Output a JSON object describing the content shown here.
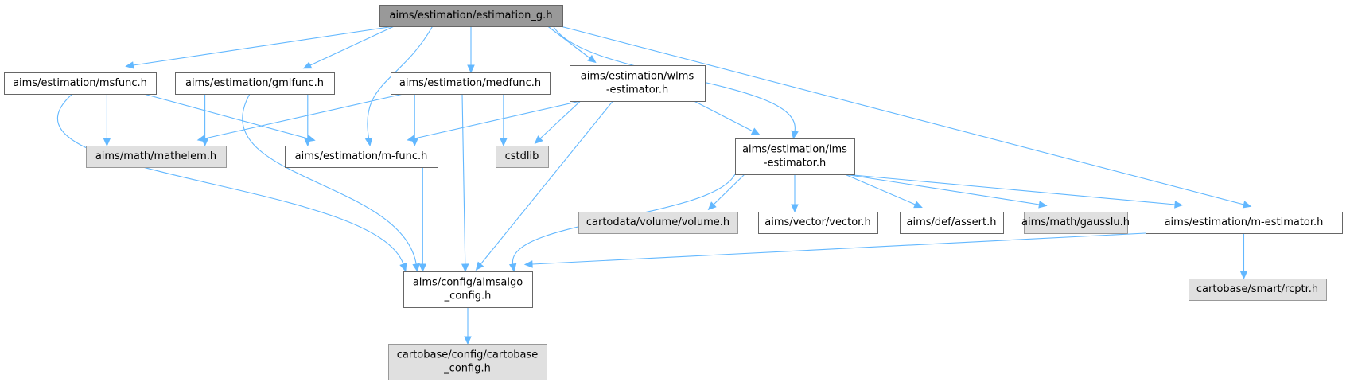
{
  "diagram": {
    "colors": {
      "edge": "#63b8ff",
      "root_fill": "#999999",
      "doc_fill": "#ffffff",
      "external_fill": "#e0e0e0",
      "border": "#666666"
    },
    "nodes": [
      {
        "id": "estimation_g",
        "kind": "root",
        "lines": [
          "aims/estimation/estimation_g.h"
        ]
      },
      {
        "id": "msfunc",
        "kind": "doc",
        "lines": [
          "aims/estimation/msfunc.h"
        ]
      },
      {
        "id": "gmlfunc",
        "kind": "doc",
        "lines": [
          "aims/estimation/gmlfunc.h"
        ]
      },
      {
        "id": "medfunc",
        "kind": "doc",
        "lines": [
          "aims/estimation/medfunc.h"
        ]
      },
      {
        "id": "wlms",
        "kind": "doc",
        "lines": [
          "aims/estimation/wlms",
          "-estimator.h"
        ]
      },
      {
        "id": "mathelem",
        "kind": "ext",
        "lines": [
          "aims/math/mathelem.h"
        ]
      },
      {
        "id": "mfunc",
        "kind": "doc",
        "lines": [
          "aims/estimation/m-func.h"
        ]
      },
      {
        "id": "cstdlib",
        "kind": "ext",
        "lines": [
          "cstdlib"
        ]
      },
      {
        "id": "lms",
        "kind": "doc",
        "lines": [
          "aims/estimation/lms",
          "-estimator.h"
        ]
      },
      {
        "id": "volume",
        "kind": "ext",
        "lines": [
          "cartodata/volume/volume.h"
        ]
      },
      {
        "id": "vector",
        "kind": "doc",
        "lines": [
          "aims/vector/vector.h"
        ]
      },
      {
        "id": "assert",
        "kind": "doc",
        "lines": [
          "aims/def/assert.h"
        ]
      },
      {
        "id": "gausslu",
        "kind": "ext",
        "lines": [
          "aims/math/gausslu.h"
        ]
      },
      {
        "id": "mestimator",
        "kind": "doc",
        "lines": [
          "aims/estimation/m-estimator.h"
        ]
      },
      {
        "id": "aimsalgo",
        "kind": "doc",
        "lines": [
          "aims/config/aimsalgo",
          "_config.h"
        ]
      },
      {
        "id": "rcptr",
        "kind": "ext",
        "lines": [
          "cartobase/smart/rcptr.h"
        ]
      },
      {
        "id": "cartobase",
        "kind": "ext",
        "lines": [
          "cartobase/config/cartobase",
          "_config.h"
        ]
      }
    ],
    "edges": [
      [
        "estimation_g",
        "msfunc"
      ],
      [
        "estimation_g",
        "gmlfunc"
      ],
      [
        "estimation_g",
        "medfunc"
      ],
      [
        "estimation_g",
        "wlms"
      ],
      [
        "estimation_g",
        "mfunc"
      ],
      [
        "estimation_g",
        "lms"
      ],
      [
        "estimation_g",
        "mestimator"
      ],
      [
        "msfunc",
        "mathelem"
      ],
      [
        "msfunc",
        "mfunc"
      ],
      [
        "msfunc",
        "aimsalgo"
      ],
      [
        "gmlfunc",
        "mathelem"
      ],
      [
        "gmlfunc",
        "mfunc"
      ],
      [
        "gmlfunc",
        "aimsalgo"
      ],
      [
        "medfunc",
        "mathelem"
      ],
      [
        "medfunc",
        "mfunc"
      ],
      [
        "medfunc",
        "cstdlib"
      ],
      [
        "medfunc",
        "aimsalgo"
      ],
      [
        "wlms",
        "mfunc"
      ],
      [
        "wlms",
        "cstdlib"
      ],
      [
        "wlms",
        "aimsalgo"
      ],
      [
        "wlms",
        "lms"
      ],
      [
        "mfunc",
        "aimsalgo"
      ],
      [
        "lms",
        "aimsalgo"
      ],
      [
        "lms",
        "volume"
      ],
      [
        "lms",
        "vector"
      ],
      [
        "lms",
        "assert"
      ],
      [
        "lms",
        "gausslu"
      ],
      [
        "lms",
        "mestimator"
      ],
      [
        "mestimator",
        "aimsalgo"
      ],
      [
        "mestimator",
        "rcptr"
      ],
      [
        "aimsalgo",
        "cartobase"
      ]
    ]
  }
}
